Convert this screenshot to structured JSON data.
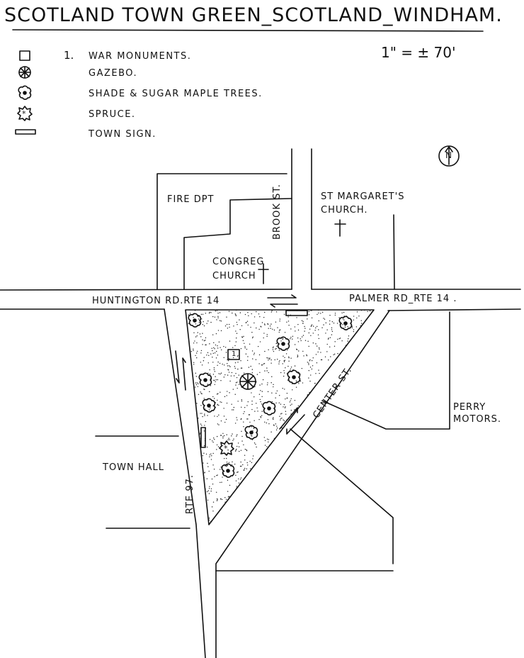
{
  "title": "SCOTLAND TOWN GREEN_SCOTLAND_WINDHAM.",
  "scale": "1\" = ± 70'",
  "legend": [
    {
      "number": "1.",
      "label": "WAR MONUMENTS.",
      "icon": "square-icon"
    },
    {
      "label": "GAZEBO.",
      "icon": "gazebo-icon"
    },
    {
      "label": "SHADE & SUGAR MAPLE TREES.",
      "icon": "tree-icon"
    },
    {
      "label": "SPRUCE.",
      "icon": "spruce-icon"
    },
    {
      "label": "TOWN SIGN.",
      "icon": "sign-icon"
    }
  ],
  "north": "N",
  "labels": {
    "fire_dept": "FIRE DPT",
    "st_margarets_1": "ST MARGARET'S",
    "st_margarets_2": "CHURCH.",
    "congreg_1": "CONGREG",
    "congreg_2": "CHURCH",
    "brook_st": "BROOK ST.",
    "huntington": "HUNTINGTON RD.RTE 14",
    "palmer": "PALMER RD_RTE 14 .",
    "center_st": "CENTER ST.",
    "perry_1": "PERRY",
    "perry_2": "MOTORS.",
    "town_hall": "TOWN HALL",
    "rte97": "RTE 97.",
    "monument_number": "1."
  }
}
